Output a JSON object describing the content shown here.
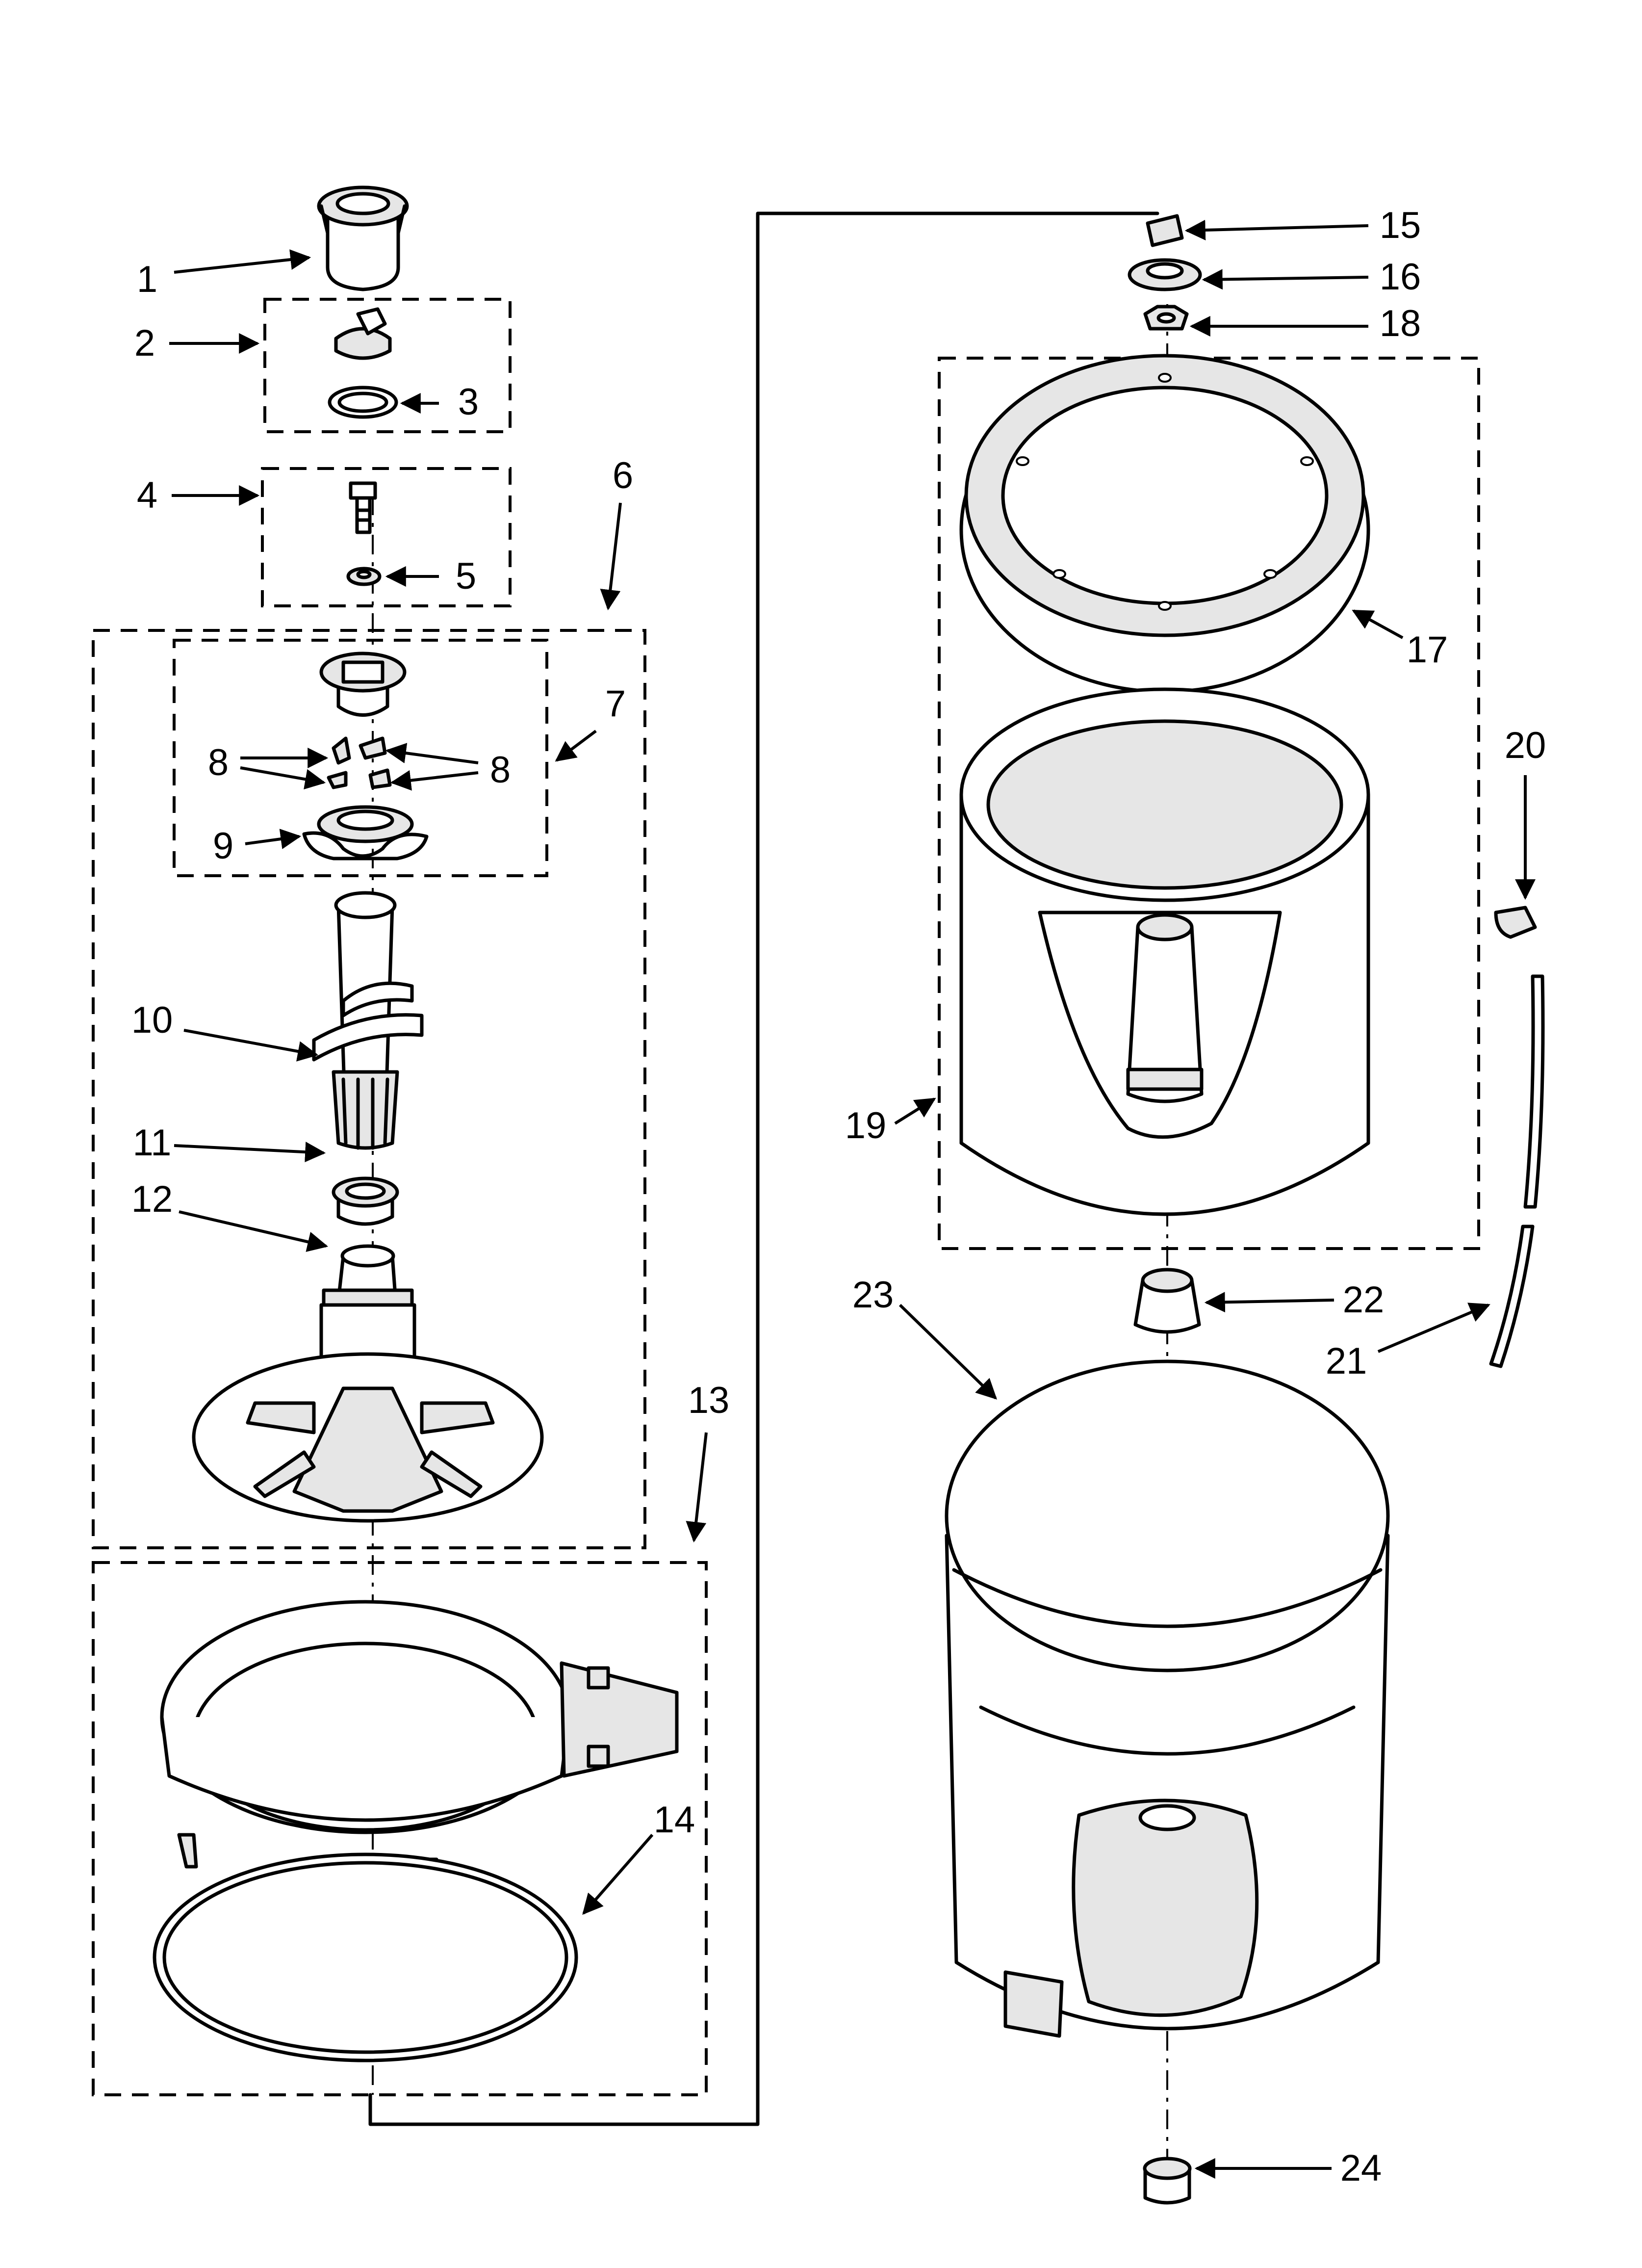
{
  "callouts": [
    {
      "id": "1",
      "label": "1"
    },
    {
      "id": "2",
      "label": "2"
    },
    {
      "id": "3",
      "label": "3"
    },
    {
      "id": "4",
      "label": "4"
    },
    {
      "id": "5",
      "label": "5"
    },
    {
      "id": "6",
      "label": "6"
    },
    {
      "id": "7",
      "label": "7"
    },
    {
      "id": "8a",
      "label": "8"
    },
    {
      "id": "8b",
      "label": "8"
    },
    {
      "id": "9",
      "label": "9"
    },
    {
      "id": "10",
      "label": "10"
    },
    {
      "id": "11",
      "label": "11"
    },
    {
      "id": "12",
      "label": "12"
    },
    {
      "id": "13",
      "label": "13"
    },
    {
      "id": "14",
      "label": "14"
    },
    {
      "id": "15",
      "label": "15"
    },
    {
      "id": "16",
      "label": "16"
    },
    {
      "id": "17",
      "label": "17"
    },
    {
      "id": "18",
      "label": "18"
    },
    {
      "id": "19",
      "label": "19"
    },
    {
      "id": "20",
      "label": "20"
    },
    {
      "id": "21",
      "label": "21"
    },
    {
      "id": "22",
      "label": "22"
    },
    {
      "id": "23",
      "label": "23"
    },
    {
      "id": "24",
      "label": "24"
    }
  ]
}
